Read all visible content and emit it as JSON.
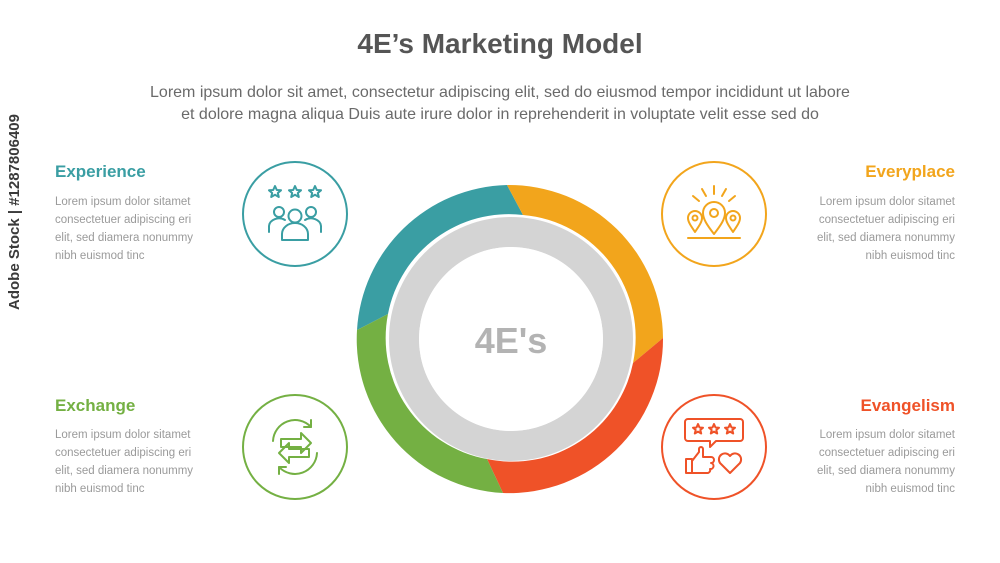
{
  "title": "4E’s Marketing Model",
  "subtitle": [
    "Lorem ipsum dolor sit amet, consectetur adipiscing elit, sed do eiusmod tempor incididunt ut labore",
    "et dolore magna aliqua Duis aute irure dolor in reprehenderit in voluptate velit esse sed do"
  ],
  "center_label": "4E's",
  "colors": {
    "teal": "#3a9ea3",
    "orange": "#f2a51c",
    "red": "#ef5228",
    "green": "#74b043"
  },
  "items": [
    {
      "title": "Experience",
      "color": "#3a9ea3",
      "icon": "people-rating-icon",
      "desc": [
        "Lorem ipsum dolor sitamet",
        "consectetuer adipiscing eri",
        "elit, sed diamera nonummy",
        "nibh euismod tinc"
      ]
    },
    {
      "title": "Everyplace",
      "color": "#f2a51c",
      "icon": "location-pins-icon",
      "desc": [
        "Lorem ipsum dolor sitamet",
        "consectetuer adipiscing eri",
        "elit, sed diamera nonummy",
        "nibh euismod tinc"
      ]
    },
    {
      "title": "Exchange",
      "color": "#74b043",
      "icon": "exchange-arrows-icon",
      "desc": [
        "Lorem ipsum dolor sitamet",
        "consectetuer adipiscing eri",
        "elit, sed diamera nonummy",
        "nibh euismod tinc"
      ]
    },
    {
      "title": "Evangelism",
      "color": "#ef5228",
      "icon": "review-feedback-icon",
      "desc": [
        "Lorem ipsum dolor sitamet",
        "consectetuer adipiscing eri",
        "elit, sed diamera nonummy",
        "nibh euismod tinc"
      ]
    }
  ],
  "watermark": "Adobe Stock | #1287806409"
}
